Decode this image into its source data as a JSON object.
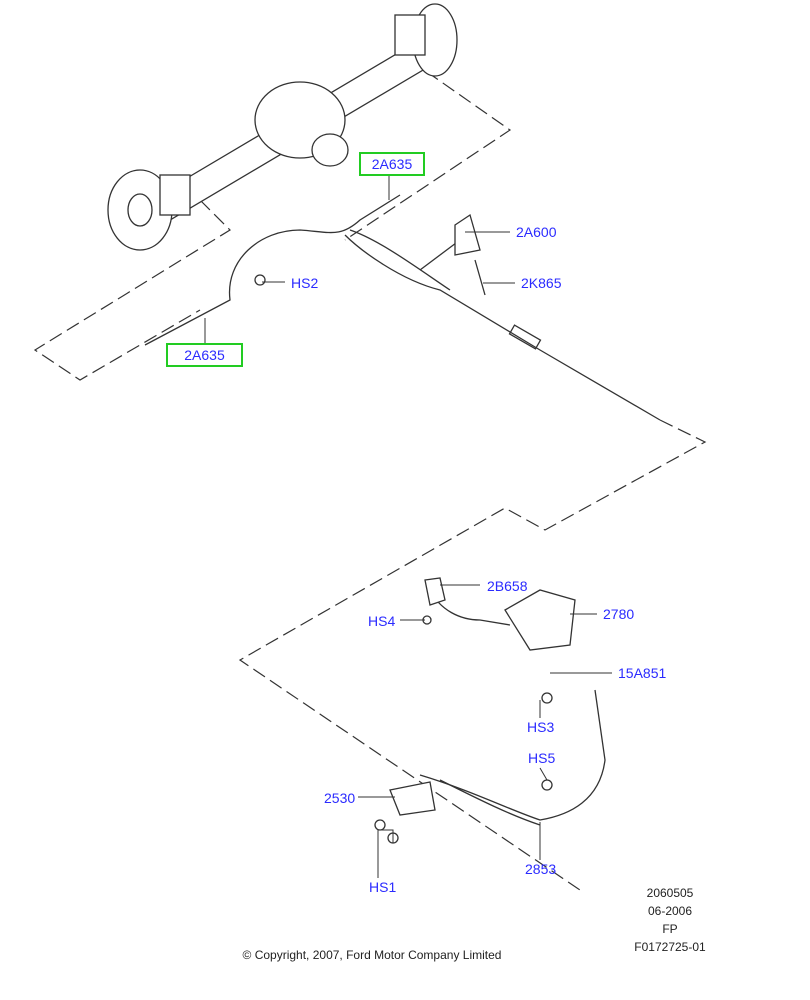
{
  "callouts": {
    "c2A635_top": "2A635",
    "c2A600": "2A600",
    "c2K865": "2K865",
    "cHS2": "HS2",
    "c2A635_bottom": "2A635",
    "c2B658": "2B658",
    "c2780": "2780",
    "cHS4": "HS4",
    "c15A851": "15A851",
    "cHS3": "HS3",
    "cHS5": "HS5",
    "c2530": "2530",
    "c2853": "2853",
    "cHS1": "HS1"
  },
  "info": {
    "code": "2060505",
    "date": "06-2006",
    "type": "FP",
    "figure": "F0172725-01"
  },
  "copyright": "© Copyright, 2007, Ford Motor Company Limited",
  "colors": {
    "callout": "#2b2bff",
    "highlight": "#22cc22",
    "line": "#333333"
  }
}
